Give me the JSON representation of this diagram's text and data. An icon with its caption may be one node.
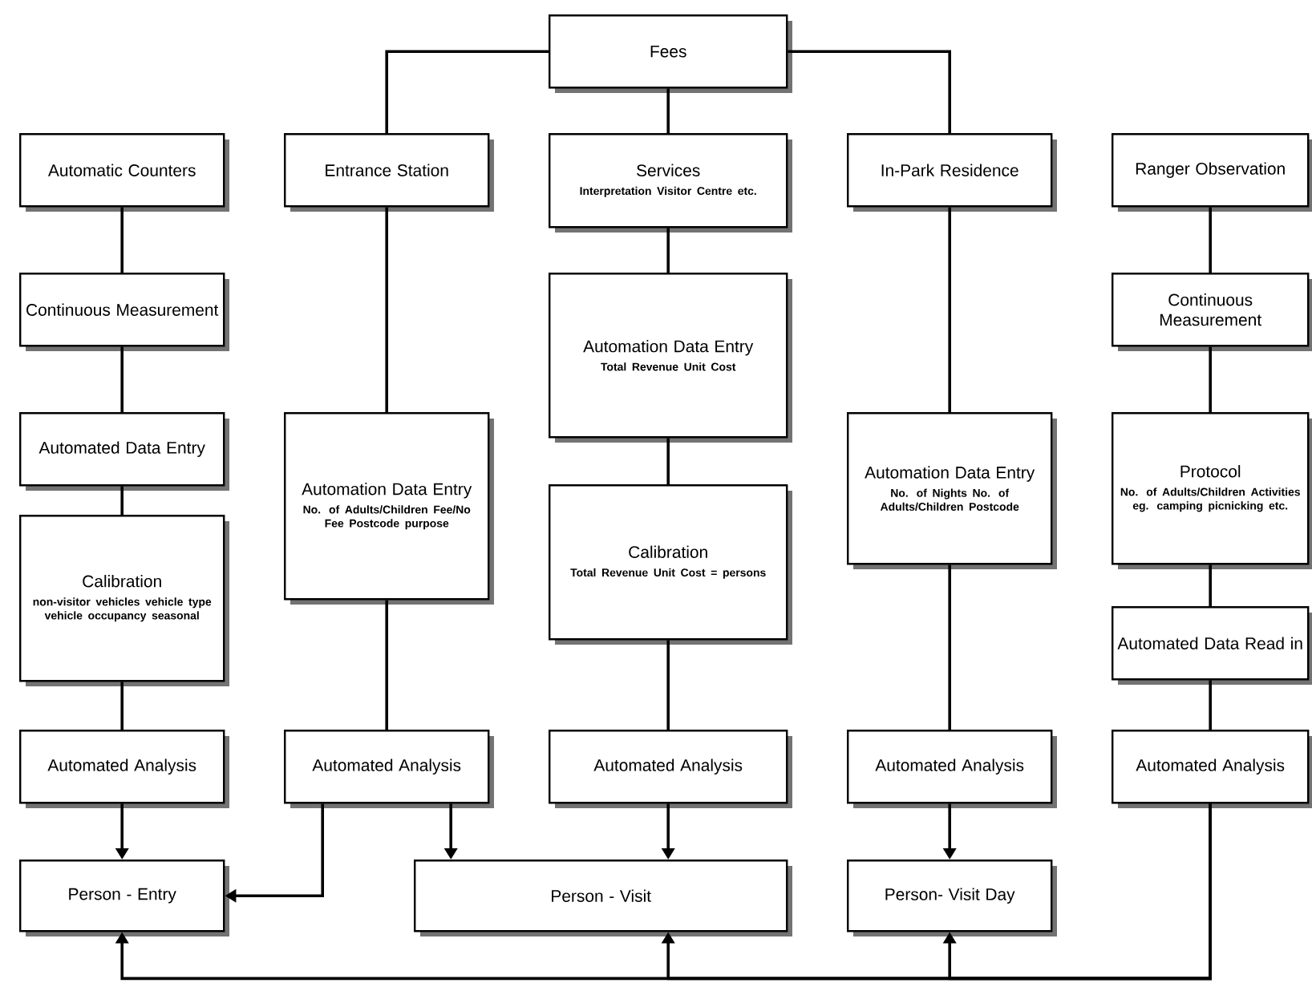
{
  "diagram": {
    "nodes": [
      {
        "text": [
          "Fees"
        ]
      },
      {
        "text": [
          "Automatic Counters"
        ]
      },
      {
        "text": [
          "Entrance Station"
        ]
      },
      {
        "text": [
          "Services",
          "Interpretation Visitor Centre etc."
        ]
      },
      {
        "text": [
          "In-Park Residence"
        ]
      },
      {
        "text": [
          "Ranger Observation"
        ]
      },
      {
        "text": [
          "Continuous Measurement"
        ]
      },
      {
        "text": [
          "Automation Data Entry",
          "Total Revenue Unit Cost"
        ]
      },
      {
        "text": [
          "Continuous Measurement"
        ]
      },
      {
        "text": [
          "Automated Data Entry"
        ]
      },
      {
        "text": [
          "Automation Data Entry",
          "No. of Adults/Children Fee/No Fee Postcode purpose"
        ]
      },
      {
        "text": [
          "Automation Data Entry",
          "No. of Nights No. of Adults/Children Postcode"
        ]
      },
      {
        "text": [
          "Protocol",
          "No. of Adults/Children Activities eg. camping picnicking etc."
        ]
      },
      {
        "text": [
          "Calibration",
          "Total Revenue Unit Cost = persons"
        ]
      },
      {
        "text": [
          "Calibration",
          "non-visitor vehicles vehicle type vehicle occupancy seasonal"
        ]
      },
      {
        "text": [
          "Automated Data Read in"
        ]
      },
      {
        "text": [
          "Automated Analysis"
        ]
      },
      {
        "text": [
          "Automated Analysis"
        ]
      },
      {
        "text": [
          "Automated Analysis"
        ]
      },
      {
        "text": [
          "Automated Analysis"
        ]
      },
      {
        "text": [
          "Automated Analysis"
        ]
      },
      {
        "text": [
          "Person - Entry"
        ]
      },
      {
        "text": [
          "Person - Visit"
        ]
      },
      {
        "text": [
          "Person- Visit Day"
        ]
      }
    ],
    "edges": [
      {
        "from": 0,
        "to": 2,
        "arrow": "none"
      },
      {
        "from": 0,
        "to": 3,
        "arrow": "none"
      },
      {
        "from": 0,
        "to": 4,
        "arrow": "none"
      },
      {
        "from": 1,
        "to": 6,
        "arrow": "none"
      },
      {
        "from": 6,
        "to": 9,
        "arrow": "none"
      },
      {
        "from": 9,
        "to": 14,
        "arrow": "none"
      },
      {
        "from": 14,
        "to": 16,
        "arrow": "none"
      },
      {
        "from": 16,
        "to": 21,
        "arrow": "to"
      },
      {
        "from": 2,
        "to": 10,
        "arrow": "none"
      },
      {
        "from": 10,
        "to": 17,
        "arrow": "none"
      },
      {
        "from": 17,
        "to": 21,
        "arrow": "to"
      },
      {
        "from": 17,
        "to": 22,
        "arrow": "to"
      },
      {
        "from": 3,
        "to": 7,
        "arrow": "none"
      },
      {
        "from": 7,
        "to": 13,
        "arrow": "none"
      },
      {
        "from": 13,
        "to": 18,
        "arrow": "none"
      },
      {
        "from": 18,
        "to": 22,
        "arrow": "to"
      },
      {
        "from": 4,
        "to": 11,
        "arrow": "none"
      },
      {
        "from": 11,
        "to": 19,
        "arrow": "none"
      },
      {
        "from": 19,
        "to": 23,
        "arrow": "to"
      },
      {
        "from": 5,
        "to": 8,
        "arrow": "none"
      },
      {
        "from": 8,
        "to": 12,
        "arrow": "none"
      },
      {
        "from": 12,
        "to": 15,
        "arrow": "none"
      },
      {
        "from": 15,
        "to": 20,
        "arrow": "none"
      },
      {
        "from": 20,
        "to": 21,
        "arrow": "to"
      },
      {
        "from": 20,
        "to": 22,
        "arrow": "to"
      },
      {
        "from": 20,
        "to": 23,
        "arrow": "to"
      }
    ]
  }
}
